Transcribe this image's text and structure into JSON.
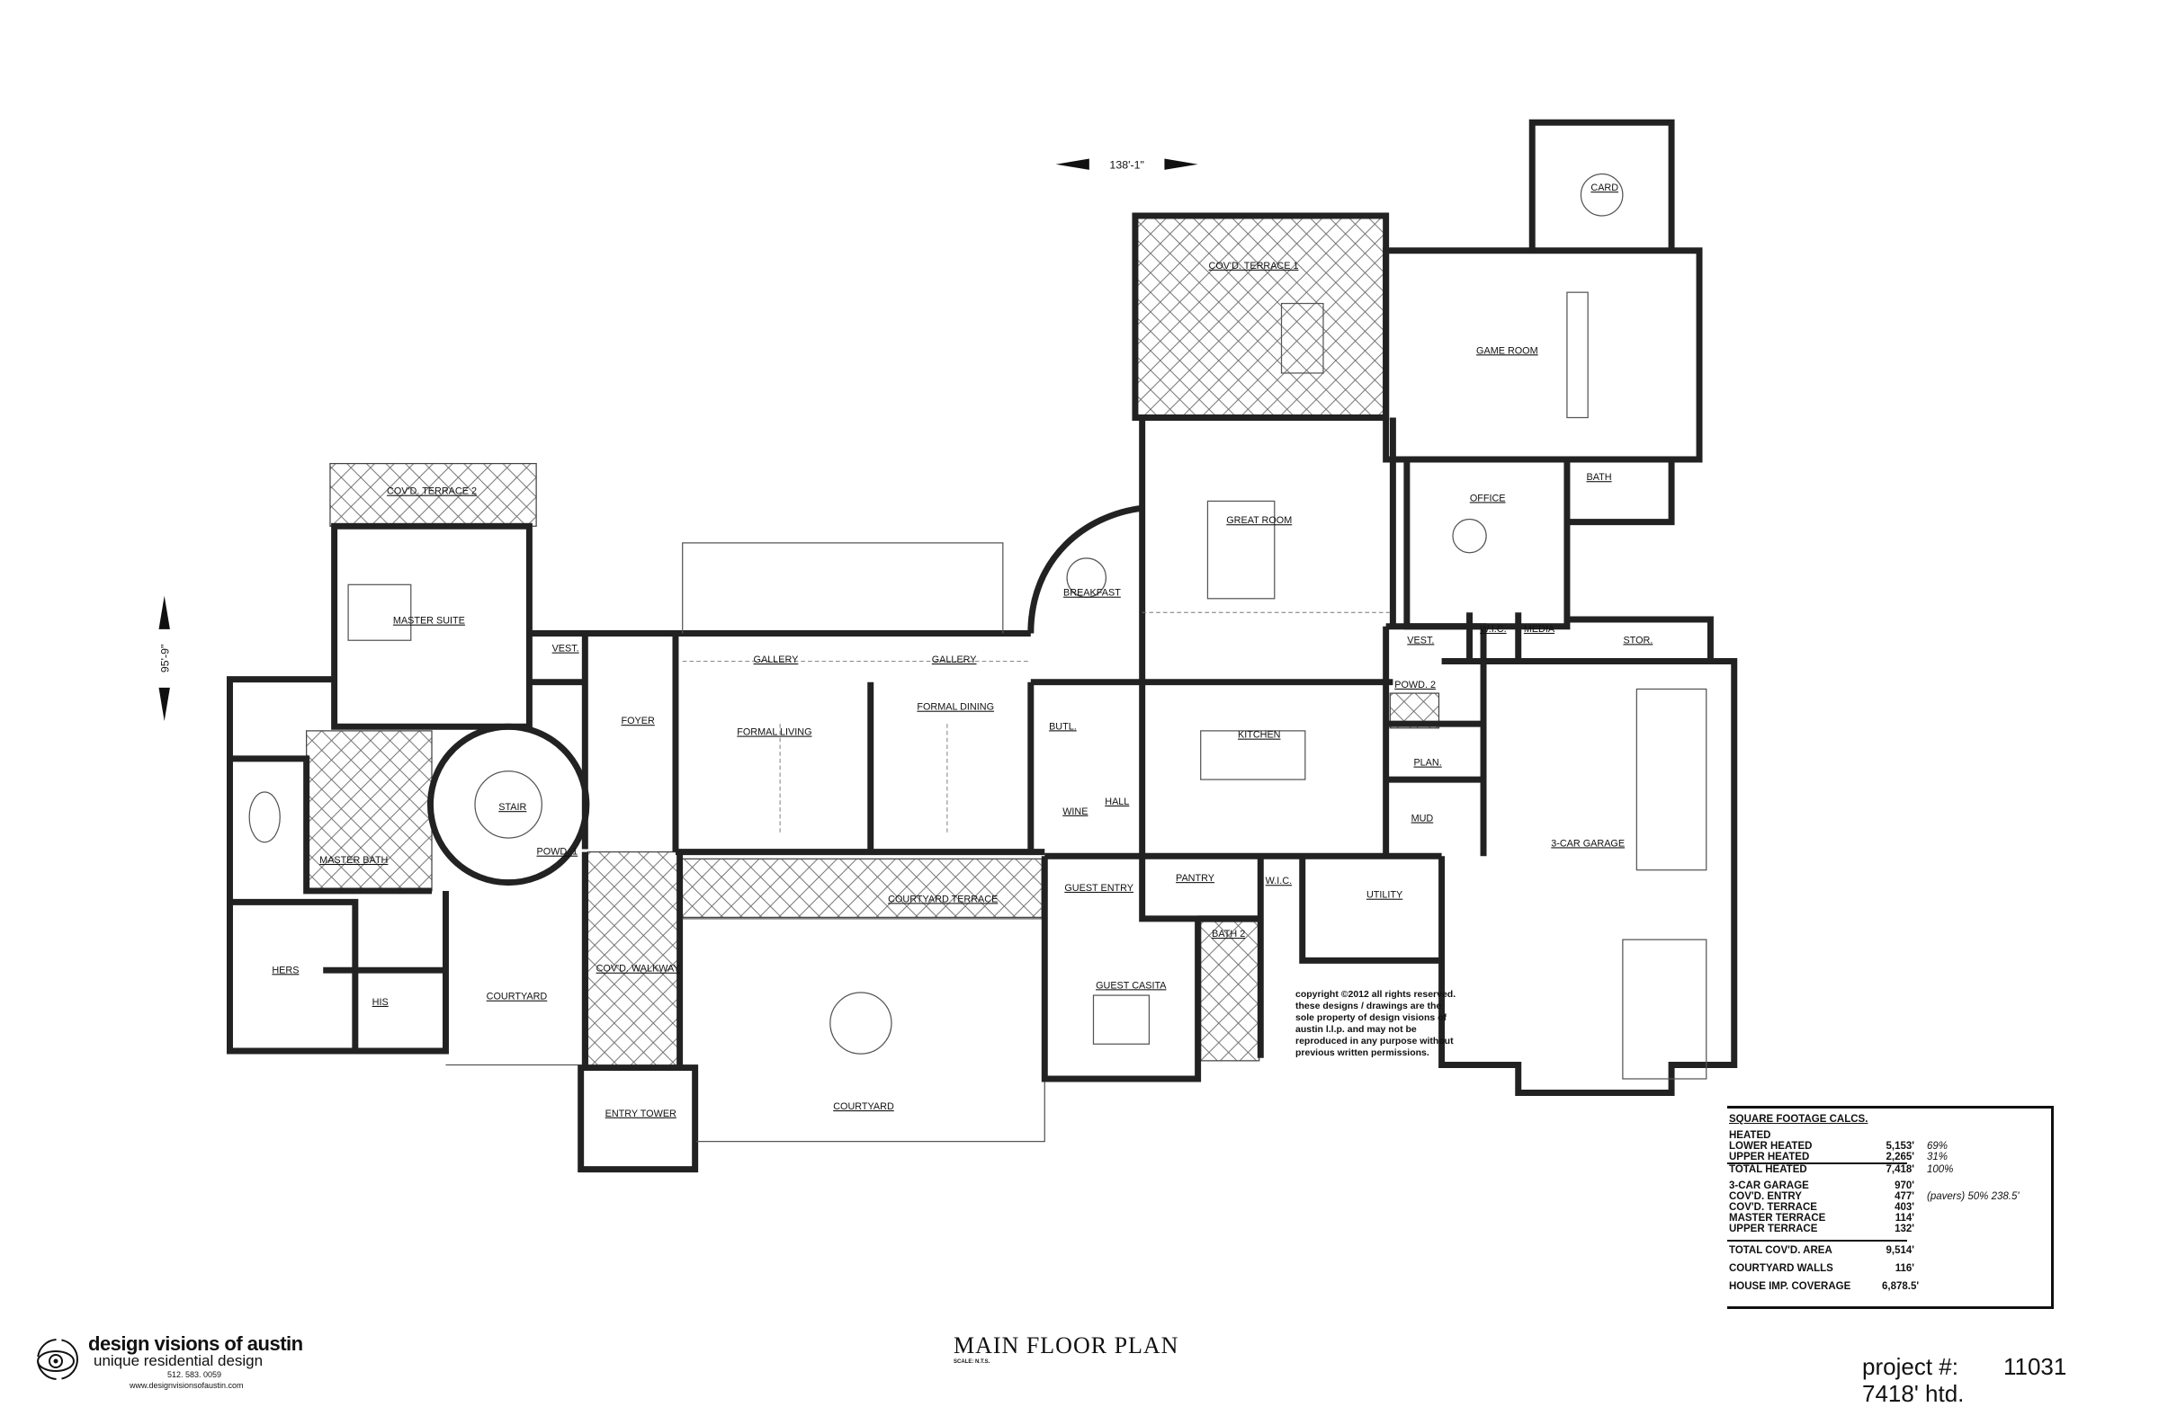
{
  "dimensions": {
    "width": "138'-1\"",
    "depth": "95'-9\""
  },
  "rooms": [
    "COV'D. TERRACE 2",
    "MASTER SUITE",
    "VEST.",
    "FOYER",
    "STAIR",
    "POWD. 1",
    "MASTER BATH",
    "HERS",
    "HIS",
    "COURTYARD",
    "COV'D. WALKWAY",
    "ENTRY TOWER",
    "COURTYARD",
    "GALLERY",
    "GALLERY",
    "FORMAL LIVING",
    "FORMAL DINING",
    "COURTYARD TERRACE",
    "BREAKFAST",
    "BUTL.",
    "WINE",
    "HALL",
    "GUEST ENTRY",
    "GUEST CASITA",
    "BATH 2",
    "PANTRY",
    "W.I.C.",
    "KITCHEN",
    "GREAT ROOM",
    "COV'D. TERRACE 1",
    "UTILITY",
    "VEST.",
    "POWD. 2",
    "PLAN.",
    "MUD",
    "W.I.C.",
    "MEDIA",
    "STOR.",
    "OFFICE",
    "BATH",
    "GAME ROOM",
    "CARD",
    "3-CAR GARAGE"
  ],
  "copyright": "copyright ©2012 all rights reserved. these designs / drawings are the sole property of design visions of austin l.l.p. and may not be reproduced in any purpose without previous written permissions.",
  "title": "MAIN FLOOR PLAN",
  "scale": "SCALE: N.T.S.",
  "logo": {
    "name": "design visions of austin",
    "tagline": "unique residential design",
    "phone": "512. 583. 0059",
    "website": "www.designvisionsofaustin.com"
  },
  "project": {
    "label": "project #:",
    "number": "11031",
    "heated": "7418' htd."
  },
  "sqft": {
    "heading": "SQUARE FOOTAGE CALCS.",
    "heated_label": "HEATED",
    "rows": [
      {
        "label": "LOWER HEATED",
        "value": "5,153'",
        "pct": "69%"
      },
      {
        "label": "UPPER HEATED",
        "value": "2,265'",
        "pct": "31%"
      },
      {
        "label": "TOTAL HEATED",
        "value": "7,418'",
        "pct": "100%"
      },
      {
        "label": "3-CAR GARAGE",
        "value": "970'",
        "pct": ""
      },
      {
        "label": "COV'D. ENTRY",
        "value": "477'",
        "pct": "(pavers) 50% 238.5'"
      },
      {
        "label": "COV'D. TERRACE",
        "value": "403'",
        "pct": ""
      },
      {
        "label": "MASTER TERRACE",
        "value": "114'",
        "pct": ""
      },
      {
        "label": "UPPER TERRACE",
        "value": "132'",
        "pct": ""
      },
      {
        "label": "TOTAL COV'D. AREA",
        "value": "9,514'",
        "pct": ""
      },
      {
        "label": "COURTYARD WALLS",
        "value": "116'",
        "pct": ""
      },
      {
        "label": "HOUSE IMP. COVERAGE",
        "value": "6,878.5'",
        "pct": ""
      }
    ]
  }
}
